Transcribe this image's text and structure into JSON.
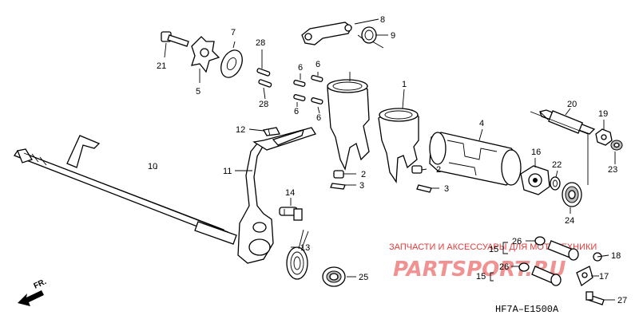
{
  "diagram_code": "HF7A–E1500A",
  "direction_label": "FR.",
  "watermark": {
    "text": "ЗАПЧАСТИ И АКСЕССУАРЫ ДЛЯ МОТОТЕХНИКИ",
    "logo": "PARTSPORT.RU",
    "color": "#e63a3a"
  },
  "callouts": {
    "c1": "1",
    "c2a": "2",
    "c2b": "2",
    "c3a": "3",
    "c3b": "3",
    "c4": "4",
    "c5": "5",
    "c6a": "6",
    "c6b": "6",
    "c6c": "6",
    "c6d": "6",
    "c7": "7",
    "c8": "8",
    "c9": "9",
    "c10": "10",
    "c11": "11",
    "c12": "12",
    "c13": "13",
    "c14": "14",
    "c15a": "15",
    "c15b": "15",
    "c16": "16",
    "c17": "17",
    "c18": "18",
    "c19": "19",
    "c20": "20",
    "c21": "21",
    "c22": "22",
    "c23": "23",
    "c24": "24",
    "c25": "25",
    "c26a": "26",
    "c26b": "26",
    "c27": "27",
    "c28a": "28",
    "c28b": "28"
  }
}
